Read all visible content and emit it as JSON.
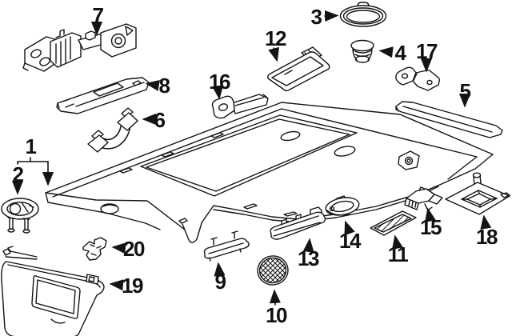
{
  "diagram": {
    "background_color": "#ffffff",
    "line_color": "#141414",
    "callouts": [
      {
        "label": "1"
      },
      {
        "label": "2"
      },
      {
        "label": "3"
      },
      {
        "label": "4"
      },
      {
        "label": "5"
      },
      {
        "label": "6"
      },
      {
        "label": "7"
      },
      {
        "label": "8"
      },
      {
        "label": "9"
      },
      {
        "label": "10"
      },
      {
        "label": "11"
      },
      {
        "label": "12"
      },
      {
        "label": "13"
      },
      {
        "label": "14"
      },
      {
        "label": "15"
      },
      {
        "label": "16"
      },
      {
        "label": "17"
      },
      {
        "label": "18"
      },
      {
        "label": "19"
      },
      {
        "label": "20"
      }
    ]
  }
}
